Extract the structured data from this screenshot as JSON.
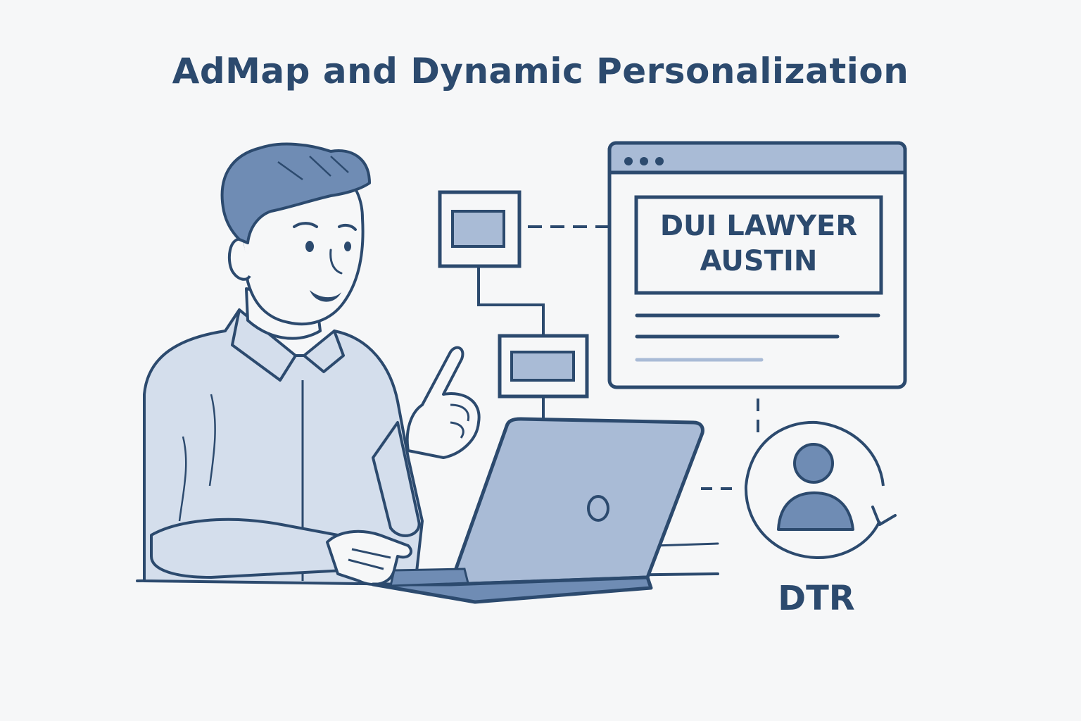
{
  "title": "AdMap and Dynamic Personalization",
  "ad_panel": {
    "headline_line1": "DUI LAWYER",
    "headline_line2": "AUSTIN"
  },
  "dtr_label": "DTR",
  "colors": {
    "ink": "#2c4a6e",
    "fill_light": "#d4deec",
    "fill_mid": "#a9bbd6",
    "fill_dark": "#6f8cb4",
    "background": "#f6f7f8"
  }
}
